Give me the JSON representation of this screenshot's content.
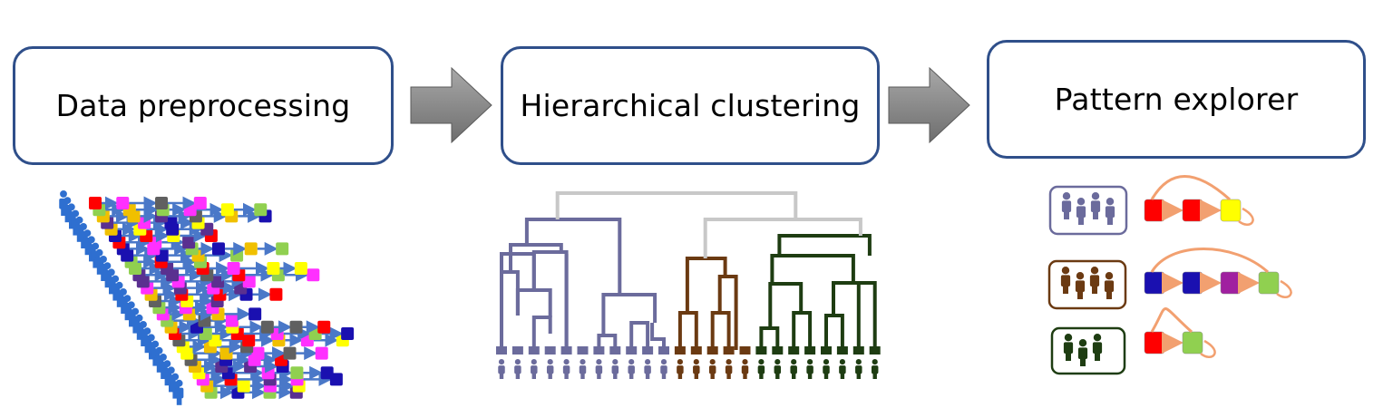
{
  "stages": [
    {
      "id": "preprocessing",
      "label": "Data preprocessing"
    },
    {
      "id": "clustering",
      "label": "Hierarchical clustering"
    },
    {
      "id": "explorer",
      "label": "Pattern explorer"
    }
  ],
  "colors": {
    "box_border": "#2f4f8a",
    "arrow_fill": "#8c8c8c",
    "person_blue": "#2e6fd0",
    "sequence_arrow": "#4a78c8",
    "cluster_purple": "#6b6b9c",
    "cluster_brown": "#6b3a12",
    "cluster_green": "#1e3d12",
    "dendrogram_top": "#c8c8c8",
    "transition_arrow": "#f2a070",
    "event_colors": [
      "#ff0000",
      "#1a10b0",
      "#f0c000",
      "#ff30ff",
      "#90d050",
      "#ffff00",
      "#606060",
      "#5a3090"
    ]
  },
  "icons": [
    "right-arrow-icon",
    "person-icon",
    "event-square-icon",
    "self-loop-icon"
  ],
  "explorer_patterns": [
    {
      "cluster": "purple",
      "states": [
        "#ff0000",
        "#ff0000",
        "#ffff00"
      ]
    },
    {
      "cluster": "brown",
      "states": [
        "#1a10b0",
        "#1a10b0",
        "#a020a0",
        "#90d050"
      ]
    },
    {
      "cluster": "green",
      "states": [
        "#ff0000",
        "#90d050"
      ]
    }
  ]
}
